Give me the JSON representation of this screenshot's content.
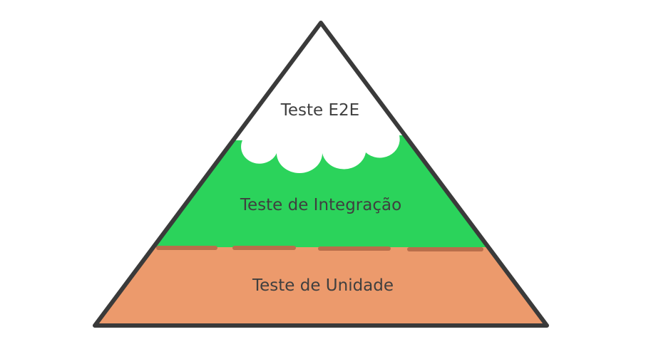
{
  "diagram": {
    "levels": [
      {
        "label": "Teste E2E",
        "color": "#ffffff"
      },
      {
        "label": "Teste de Integração",
        "color": "#2bd35b"
      },
      {
        "label": "Teste de Unidade",
        "color": "#ec9a6c"
      }
    ],
    "colors": {
      "outline": "#3a3a3a",
      "soil_dash": "#b96e4b",
      "text": "#3f3f3f"
    }
  }
}
